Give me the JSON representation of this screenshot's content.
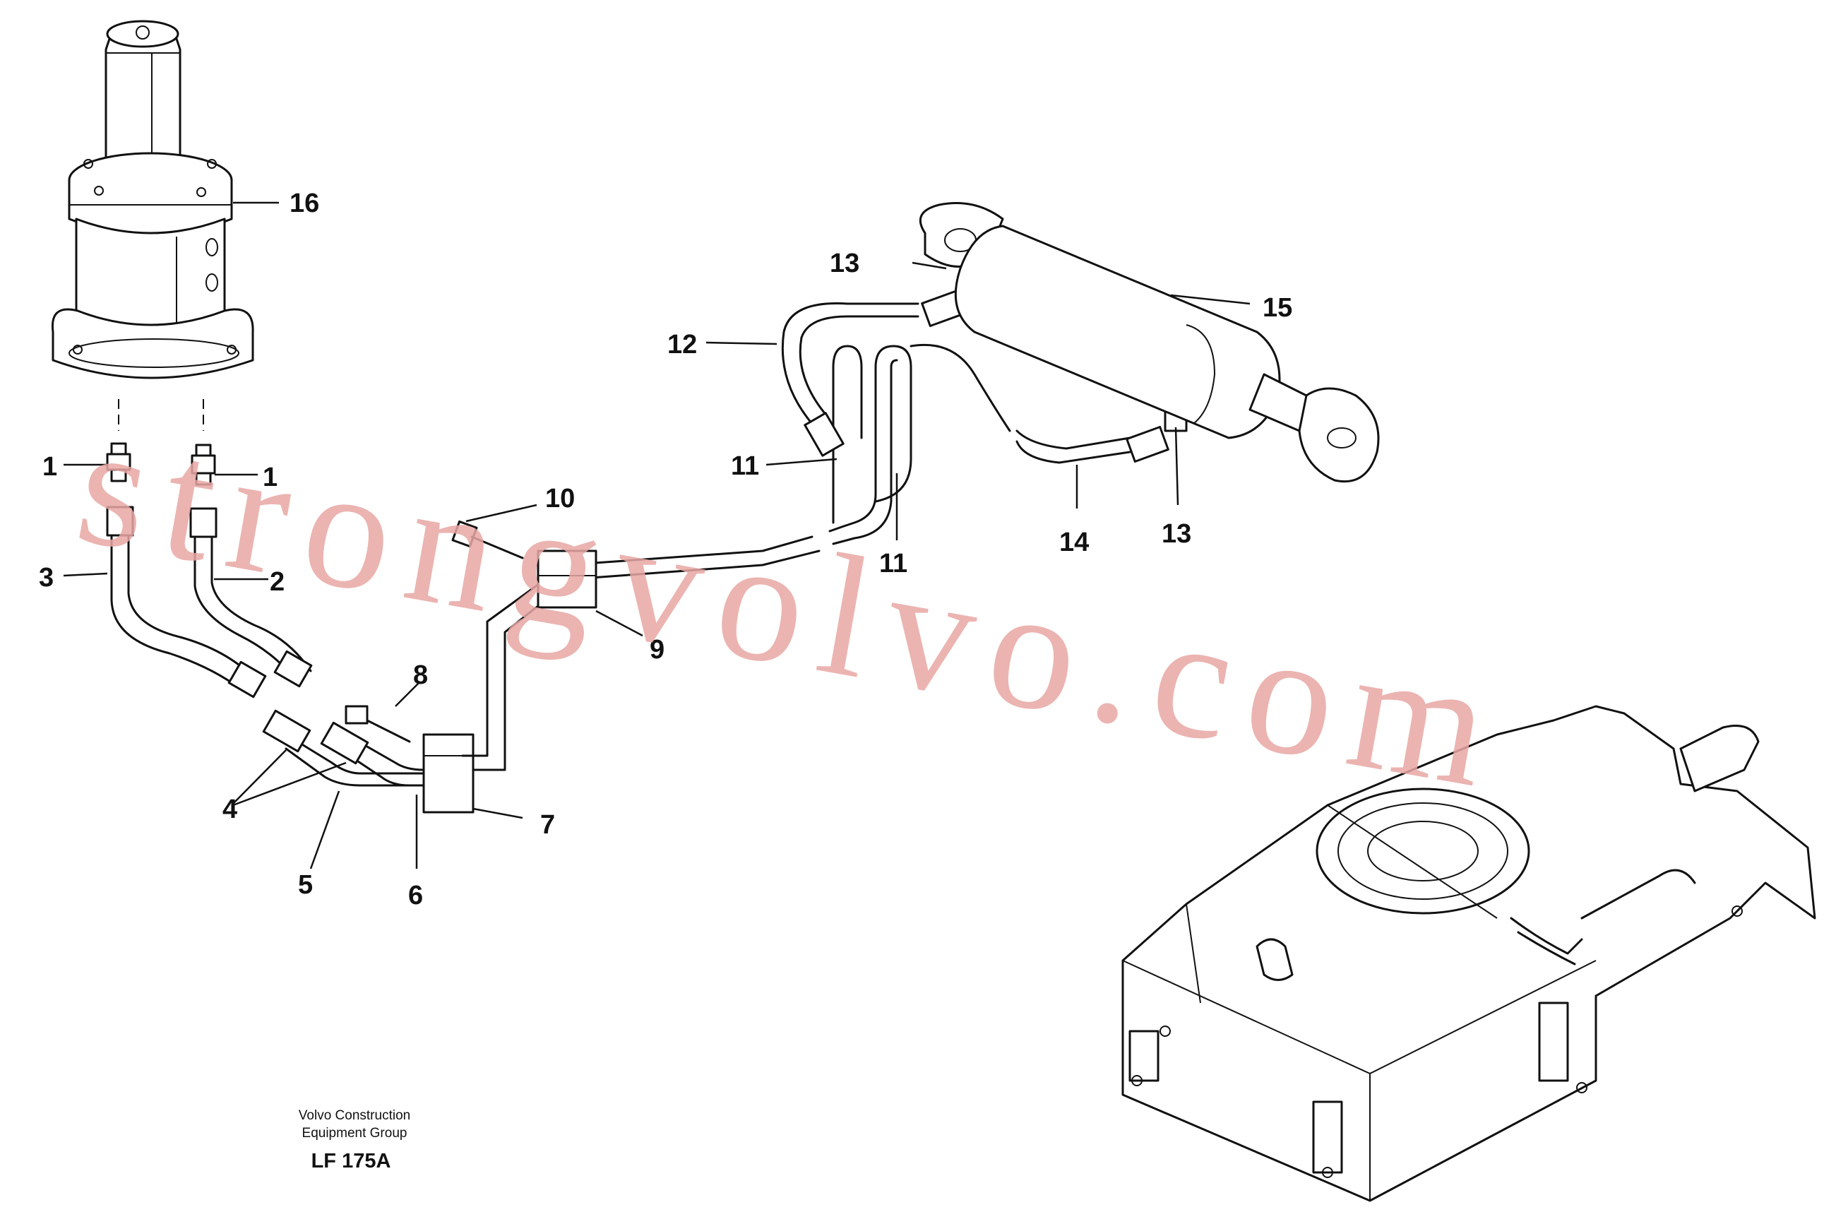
{
  "diagram": {
    "callouts": [
      {
        "id": "c16",
        "text": "16"
      },
      {
        "id": "c15",
        "text": "15"
      },
      {
        "id": "c14",
        "text": "14"
      },
      {
        "id": "c13a",
        "text": "13"
      },
      {
        "id": "c13b",
        "text": "13"
      },
      {
        "id": "c12",
        "text": "12"
      },
      {
        "id": "c11a",
        "text": "11"
      },
      {
        "id": "c11b",
        "text": "11"
      },
      {
        "id": "c10",
        "text": "10"
      },
      {
        "id": "c9",
        "text": "9"
      },
      {
        "id": "c8",
        "text": "8"
      },
      {
        "id": "c7",
        "text": "7"
      },
      {
        "id": "c6",
        "text": "6"
      },
      {
        "id": "c5",
        "text": "5"
      },
      {
        "id": "c4",
        "text": "4"
      },
      {
        "id": "c3",
        "text": "3"
      },
      {
        "id": "c2",
        "text": "2"
      },
      {
        "id": "c1a",
        "text": "1"
      },
      {
        "id": "c1b",
        "text": "1"
      }
    ],
    "credit_line1": "Volvo Construction",
    "credit_line2": "Equipment Group",
    "drawing_code": "LF 175A",
    "watermark": "strongvolvo.com",
    "colors": {
      "line": "#111111",
      "watermark": "#e8a7a4",
      "background": "#ffffff"
    }
  }
}
